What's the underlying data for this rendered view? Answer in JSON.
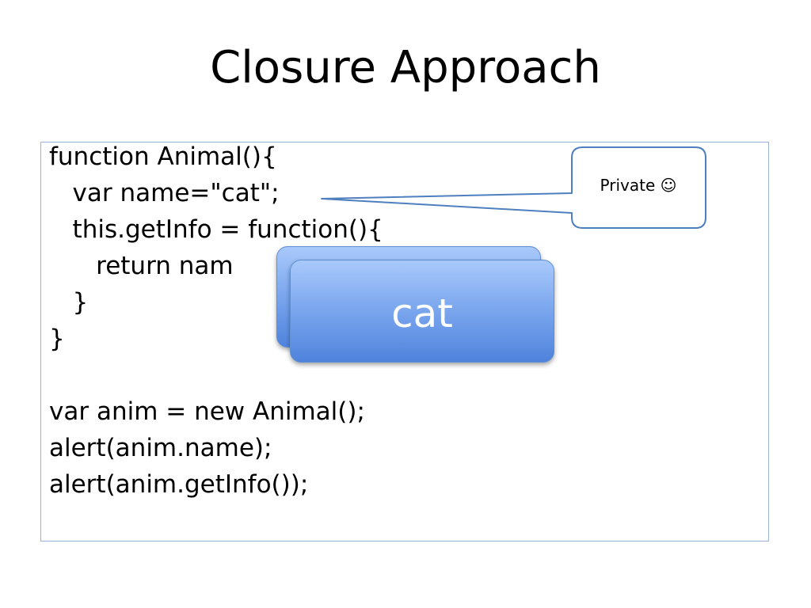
{
  "slide": {
    "title": "Closure Approach"
  },
  "code": {
    "lines": [
      "function Animal(){",
      "   var name=\"cat\";",
      "   this.getInfo = function(){",
      "      return nam",
      "   }",
      "}",
      "var anim = new Animal();",
      "alert(anim.name);",
      "alert(anim.getInfo());"
    ]
  },
  "callout": {
    "text": "Private ☺"
  },
  "popup": {
    "back_label": "",
    "front_label": "cat"
  },
  "colors": {
    "code_border": "#9bb3d6",
    "callout_border": "#4f7fbf",
    "popup_top": "#a9c9fb",
    "popup_bottom": "#4f83dc",
    "popup_text": "#ffffff"
  }
}
